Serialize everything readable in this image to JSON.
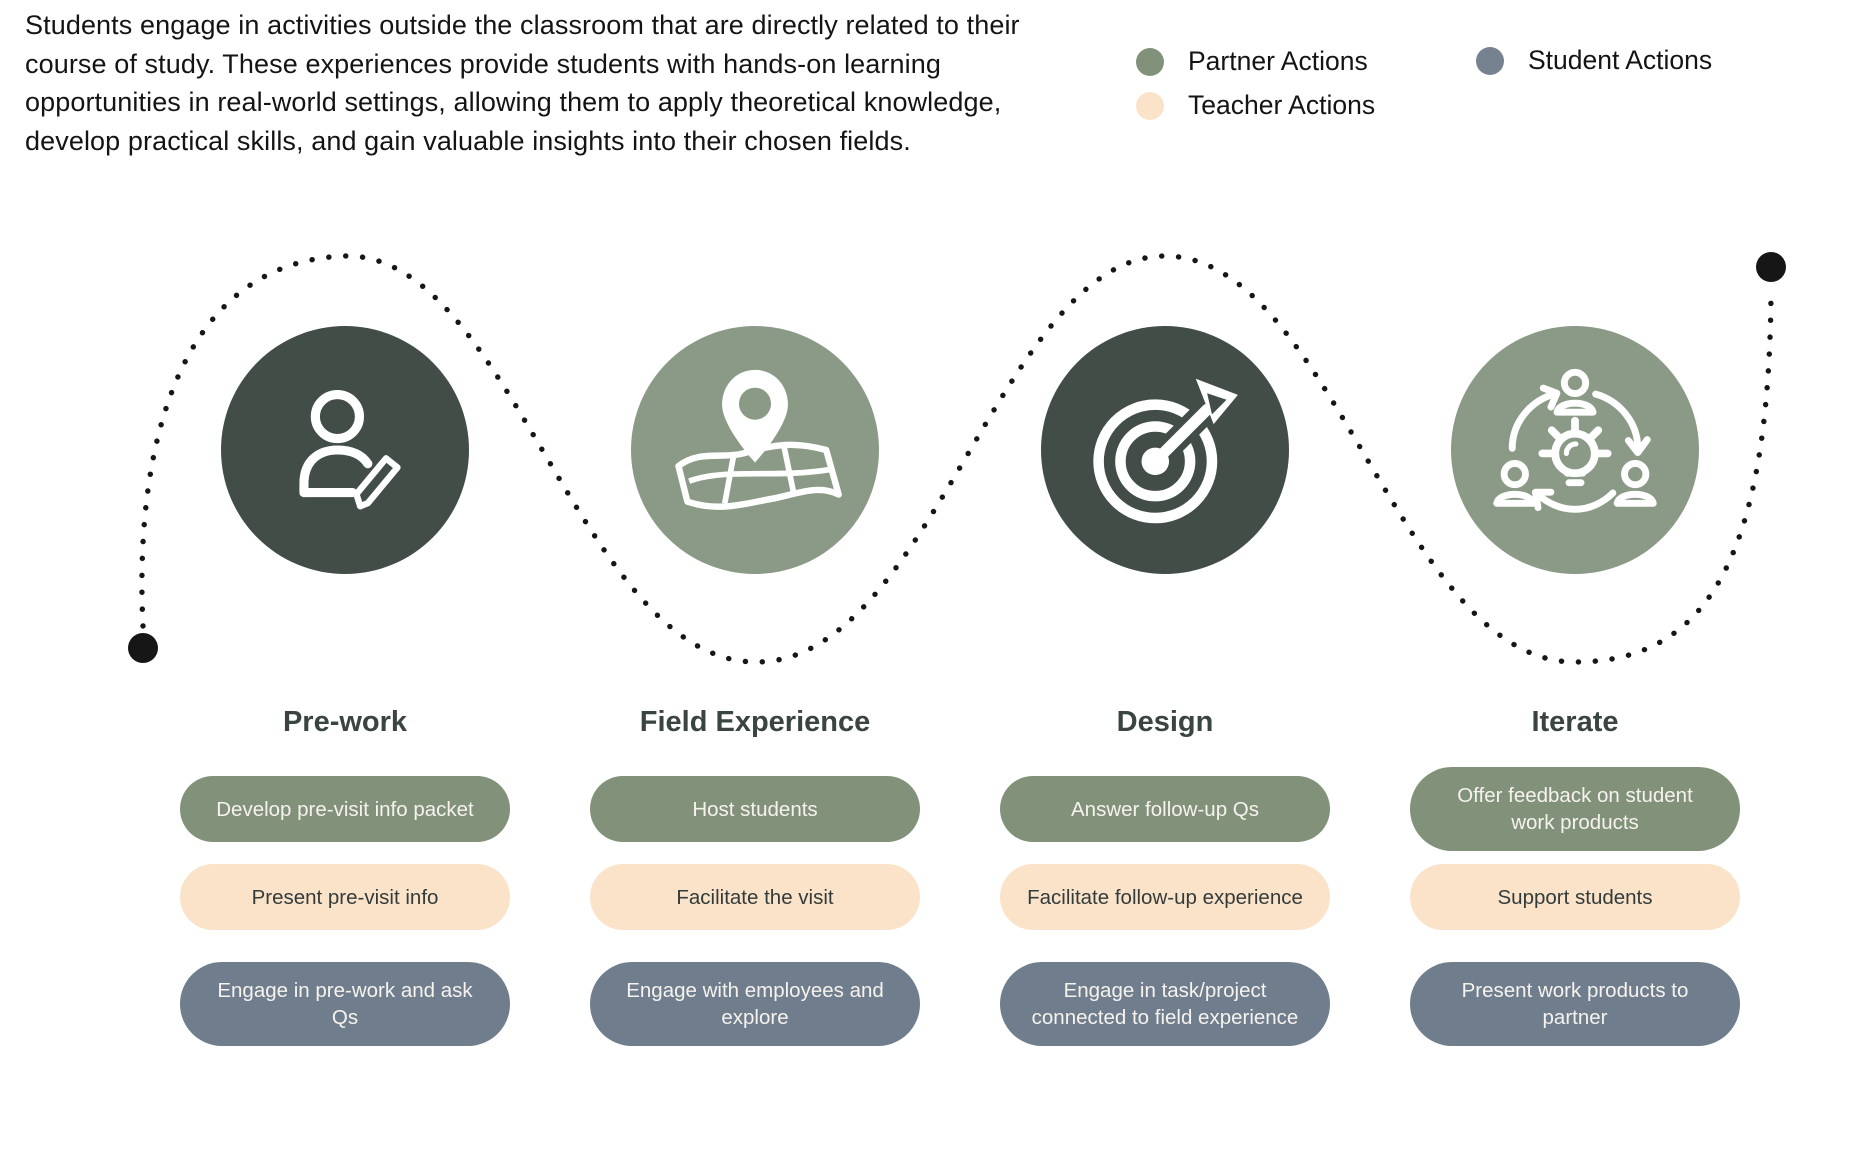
{
  "intro": "Students engage in activities outside the classroom that are directly related to their course of study. These experiences provide students with hands-on learning opportunities in real-world settings, allowing them to apply theoretical knowledge, develop practical skills, and gain valuable insights into their chosen fields.",
  "legend": {
    "partner": {
      "label": "Partner Actions",
      "color": "#81917a"
    },
    "teacher": {
      "label": "Teacher Actions",
      "color": "#fbe3ca"
    },
    "student": {
      "label": "Student Actions",
      "color": "#76828f"
    }
  },
  "colors": {
    "dark_circle": "#434d47",
    "green_circle": "#8b9a86",
    "partner_pill": "#81917a",
    "teacher_pill": "#fbe3ca",
    "student_pill": "#6f7d8d",
    "title_text": "#3a4440",
    "path_dots": "#161616"
  },
  "stages": [
    {
      "title": "Pre-work",
      "icon": "person-writing-icon",
      "actions": {
        "partner": "Develop pre-visit info packet",
        "teacher": "Present pre-visit info",
        "student": "Engage in pre-work and ask Qs"
      }
    },
    {
      "title": "Field Experience",
      "icon": "map-location-icon",
      "actions": {
        "partner": "Host students",
        "teacher": "Facilitate the visit",
        "student": "Engage with employees and explore"
      }
    },
    {
      "title": "Design",
      "icon": "target-arrow-icon",
      "actions": {
        "partner": "Answer follow-up Qs",
        "teacher": "Facilitate follow-up experience",
        "student": "Engage in task/project connected to field experience"
      }
    },
    {
      "title": "Iterate",
      "icon": "collaboration-cycle-icon",
      "actions": {
        "partner": "Offer feedback on student work products",
        "teacher": "Support students",
        "student": "Present work products to partner"
      }
    }
  ]
}
